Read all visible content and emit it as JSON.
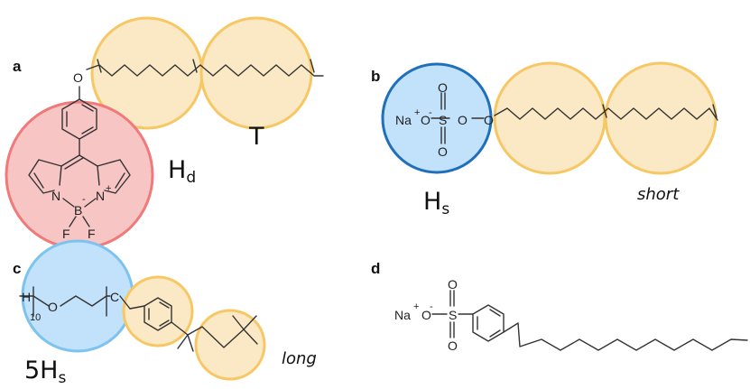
{
  "colors": {
    "tail_fill": "#fbe8c4",
    "tail_stroke": "#f6c763",
    "head_d_fill": "#f8c5c5",
    "head_d_stroke": "#f07a7a",
    "head_s_dark_fill": "#c2e1fb",
    "head_s_dark_stroke": "#1f6fba",
    "head_s_light_fill": "#c2e1fb",
    "head_s_light_stroke": "#7cc3f0"
  },
  "panels": {
    "a": "a",
    "b": "b",
    "c": "c",
    "d": "d"
  },
  "labels": {
    "tail": "T",
    "head_d_main": "H",
    "head_d_sub": "d",
    "head_s_main": "H",
    "head_s_sub": "s",
    "head_5s_main": "5H",
    "head_5s_sub": "s",
    "short": "short",
    "long": "long"
  },
  "atoms": {
    "O": "O",
    "N": "N",
    "B": "B",
    "F": "F",
    "Na": "Na",
    "S": "S",
    "C": "C",
    "H": "H",
    "plus": "+",
    "minus": "-",
    "ten": "10"
  }
}
